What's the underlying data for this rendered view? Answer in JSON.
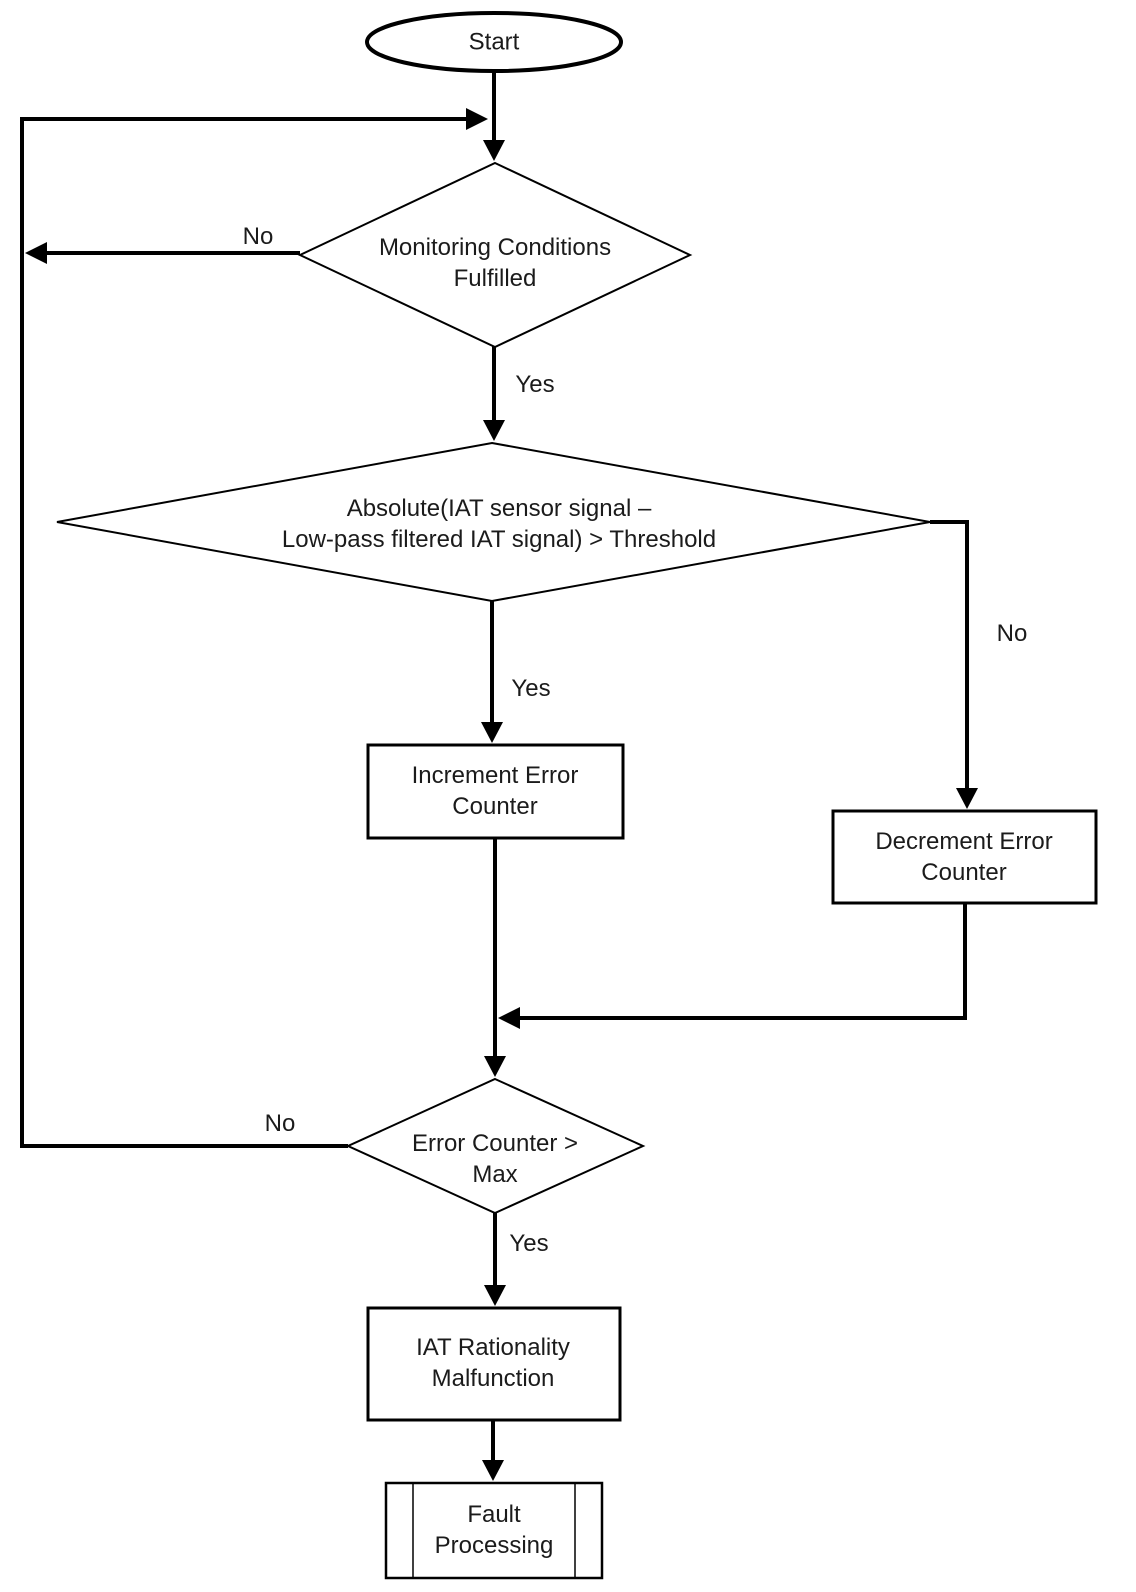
{
  "diagram": {
    "title_hint": "IAT sensor rationality monitoring flowchart",
    "colors": {
      "stroke": "#000000",
      "text": "#1b1b1b",
      "background": "#ffffff"
    },
    "nodes": {
      "start": {
        "type": "terminator",
        "label": "Start"
      },
      "monitoring": {
        "type": "decision",
        "line1": "Monitoring Conditions",
        "line2": "Fulfilled"
      },
      "absolute": {
        "type": "decision",
        "line1": "Absolute(IAT sensor signal –",
        "line2": "Low-pass filtered IAT signal) > Threshold"
      },
      "increment": {
        "type": "process",
        "line1": "Increment Error",
        "line2": "Counter"
      },
      "decrement": {
        "type": "process",
        "line1": "Decrement Error",
        "line2": "Counter"
      },
      "error_counter": {
        "type": "decision",
        "line1": "Error Counter >",
        "line2": "Max"
      },
      "malfunction": {
        "type": "process",
        "line1": "IAT Rationality",
        "line2": "Malfunction"
      },
      "fault": {
        "type": "predefined-process",
        "line1": "Fault",
        "line2": "Processing"
      }
    },
    "edge_labels": {
      "monitoring_no": "No",
      "monitoring_yes": "Yes",
      "absolute_yes": "Yes",
      "absolute_no": "No",
      "error_counter_no": "No",
      "error_counter_yes": "Yes"
    }
  }
}
